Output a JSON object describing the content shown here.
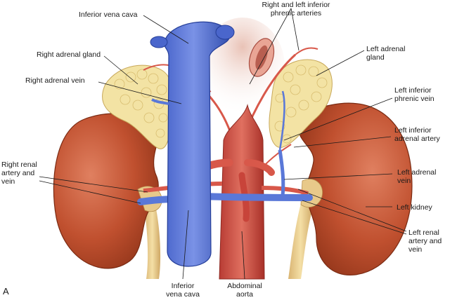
{
  "figure": {
    "panel_letter": "A"
  },
  "labels": {
    "ivc_top": "Inferior vena cava",
    "phrenic_arteries": "Right and left inferior\nphrenic arteries",
    "right_adrenal_gland": "Right adrenal gland",
    "left_adrenal_gland": "Left adrenal\ngland",
    "right_adrenal_vein": "Right adrenal vein",
    "left_inferior_phrenic_vein": "Left inferior\nphrenic vein",
    "left_inferior_adrenal_artery": "Left inferior\nadrenal artery",
    "right_renal_artery_vein": "Right renal\nartery and\nvein",
    "left_adrenal_vein": "Left adrenal\nvein",
    "left_kidney": "Left kidney",
    "left_renal_artery_vein": "Left renal\nartery and\nvein",
    "ivc_bottom": "Inferior\nvena cava",
    "abdominal_aorta": "Abdominal\naorta"
  },
  "colors": {
    "kidney": "#c0502f",
    "kidney_dark": "#8e3318",
    "vein": "#5a78d8",
    "vein_dark": "#2e4aa8",
    "artery": "#d8584a",
    "artery_dark": "#a83028",
    "adrenal": "#f3e3a4",
    "ureter": "#e8c98a"
  }
}
